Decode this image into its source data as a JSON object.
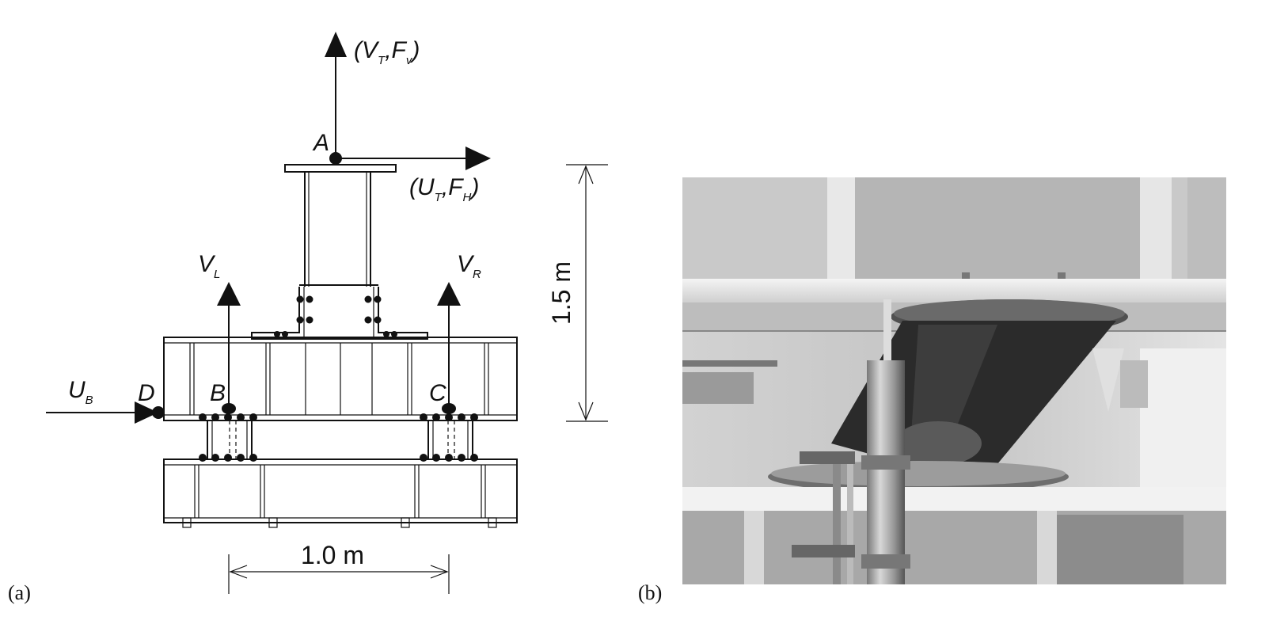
{
  "panel_a": {
    "caption": "(a)",
    "point_A": "A",
    "point_B": "B",
    "point_C": "C",
    "point_D": "D",
    "top_vertical": {
      "open": "(",
      "V": "V",
      "V_sub": "T",
      "comma": ",",
      "F": "F",
      "F_sub": "v",
      "close": ")"
    },
    "top_horizontal": {
      "open": "(",
      "U": "U",
      "U_sub": "T",
      "comma": ",",
      "F": "F",
      "F_sub": "H",
      "close": ")"
    },
    "left_vertical": {
      "V": "V",
      "sub": "L"
    },
    "right_vertical": {
      "V": "V",
      "sub": "R"
    },
    "base_horizontal": {
      "U": "U",
      "sub": "B"
    },
    "height_dimension": "1.5 m",
    "width_dimension": "1.0 m"
  },
  "panel_b": {
    "caption": "(b)"
  }
}
